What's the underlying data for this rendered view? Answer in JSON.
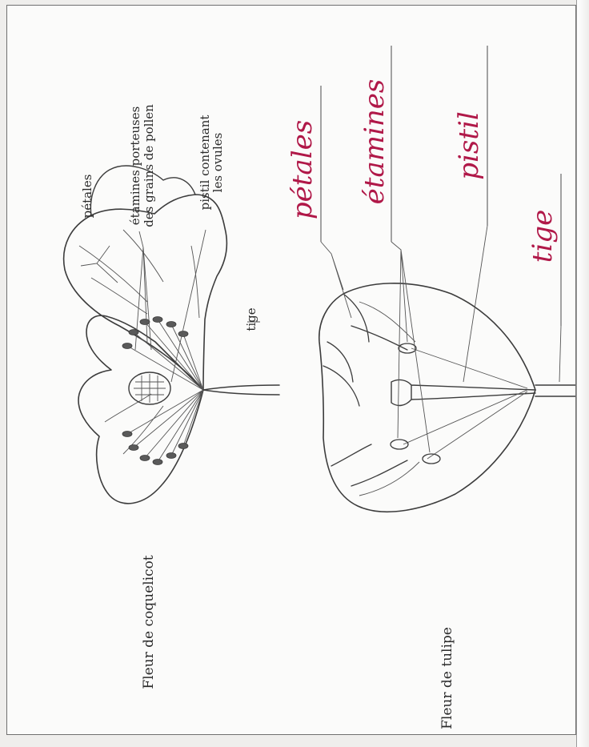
{
  "poppy": {
    "title": "Fleur de coquelicot",
    "label_petals": "pétales",
    "label_stamens_l1": "étamines porteuses",
    "label_stamens_l2": "des grains de pollen",
    "label_pistil_l1": "pistil contenant",
    "label_pistil_l2": "les ovules",
    "label_stem": "tige"
  },
  "tulip": {
    "title": "Fleur de tulipe",
    "answers": {
      "petals": "pétales",
      "stamens": "étamines",
      "pistil": "pistil",
      "stem": "tige"
    }
  },
  "colors": {
    "ink": "#3c3c3c",
    "handwriting": "#b01848",
    "paper": "#fbfbfa"
  }
}
